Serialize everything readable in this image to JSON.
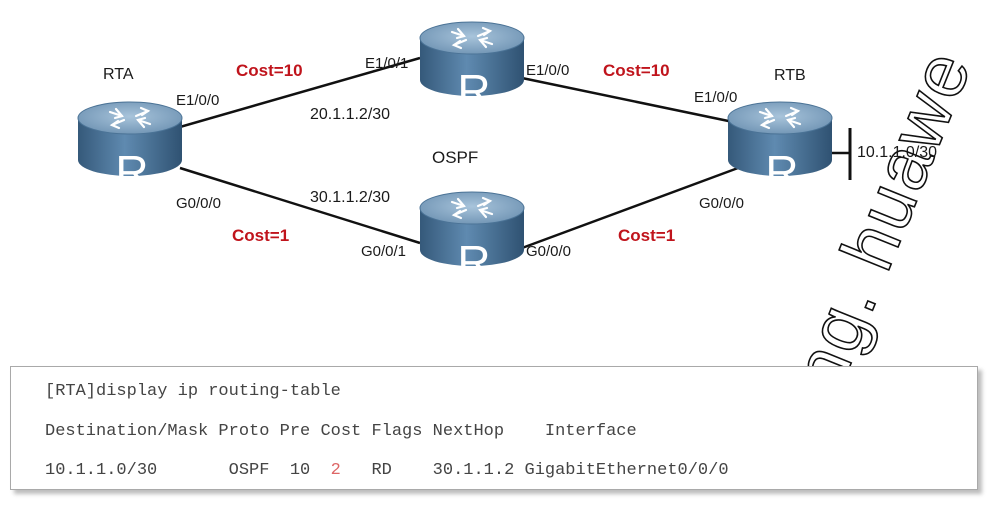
{
  "routers": {
    "rta": {
      "name": "RTA",
      "icon": "router-icon",
      "letter": "R"
    },
    "rtb": {
      "name": "RTB",
      "icon": "router-icon",
      "letter": "R"
    },
    "top": {
      "icon": "router-icon",
      "letter": "R"
    },
    "bottom": {
      "icon": "router-icon",
      "letter": "R"
    }
  },
  "links": {
    "rta_top": {
      "cost": "Cost=10",
      "rta_iface": "E1/0/0",
      "top_iface": "E1/0/1",
      "network": "20.1.1.2/30"
    },
    "top_rtb": {
      "cost": "Cost=10",
      "top_iface": "E1/0/0",
      "rtb_iface": "E1/0/0"
    },
    "rta_bottom": {
      "cost": "Cost=1",
      "rta_iface": "G0/0/0",
      "bottom_iface": "G0/0/1",
      "network": "30.1.1.2/30"
    },
    "bottom_rtb": {
      "cost": "Cost=1",
      "bottom_iface": "G0/0/0",
      "rtb_iface": "G0/0/0"
    }
  },
  "area_label": "OSPF",
  "stub_network": "10.1.1.0/30",
  "watermark": "ng. huawe",
  "cli": {
    "command": "[RTA]display ip routing-table",
    "header": "Destination/Mask Proto Pre Cost Flags NextHop    Interface",
    "row": {
      "pre_cost": "10.1.1.0/30       OSPF  10  ",
      "cost": "2",
      "post_cost": "   RD    30.1.1.2 GigabitEthernet0/0/0"
    }
  },
  "colors": {
    "cost_label": "#c0141c",
    "router_body": "#4e7aa0",
    "router_top": "#86a9c6",
    "cost_value": "#dd6666",
    "watermark": "#111111"
  }
}
